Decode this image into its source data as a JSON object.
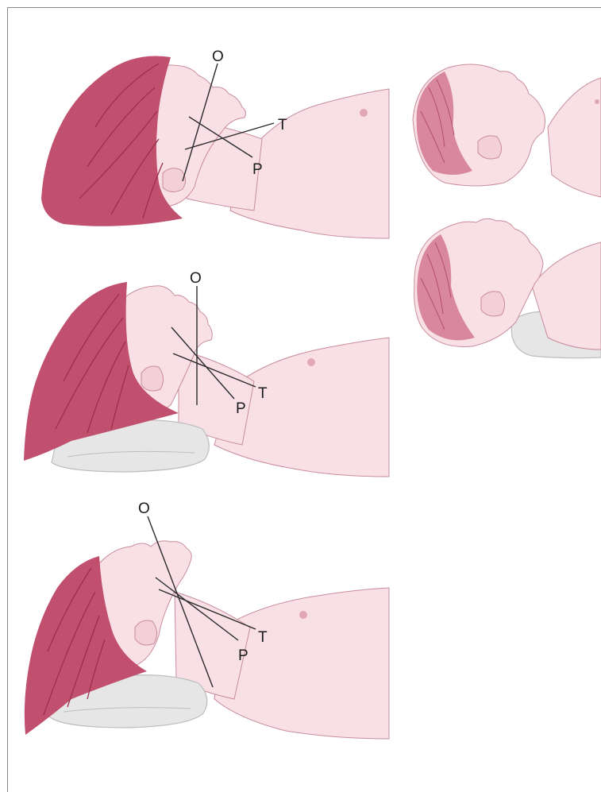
{
  "colors": {
    "hair": "#c0506e",
    "hair_dark": "#9c2e4e",
    "skin": "#f8e0e6",
    "skin_shadow": "#eec3cf",
    "outline": "#c98c9c",
    "pillow": "#e6e6e6",
    "pillow_edge": "#bdbdbd",
    "axis_line": "#2a2a2a",
    "frame": "#8a8a8a"
  },
  "panels": [
    {
      "id": "adult-flat",
      "labels": {
        "o": "O",
        "t": "T",
        "p": "P"
      }
    },
    {
      "id": "adult-pillow-low",
      "labels": {
        "o": "O",
        "t": "T",
        "p": "P"
      }
    },
    {
      "id": "adult-pillow-sniff",
      "labels": {
        "o": "O",
        "t": "T",
        "p": "P"
      }
    }
  ],
  "infant_panels": [
    {
      "id": "infant-flat"
    },
    {
      "id": "infant-shoulder-roll"
    }
  ]
}
